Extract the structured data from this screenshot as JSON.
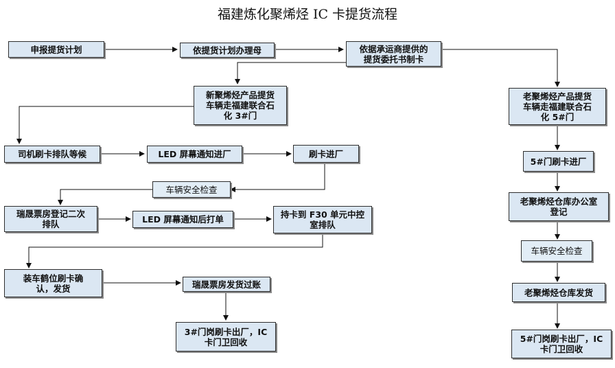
{
  "title": "福建炼化聚烯烃 IC 卡提货流程",
  "boxes": {
    "b1": "申报提货计划",
    "b2": "依提货计划办理母",
    "b3": "依据承运商提供的\n提货委托书制卡",
    "b4": "新聚烯烃产品提货\n车辆走福建联合石\n化 3#门",
    "b5": "司机刷卡排队等候",
    "b6": "LED 屏幕通知进厂",
    "b7": "刷卡进厂",
    "b8": "车辆安全检查",
    "b9": "瑞晟票房登记二次\n排队",
    "b10": "LED 屏幕通知后打单",
    "b11": "持卡到 F30 单元中控\n室排队",
    "b12": "装车鹤位刷卡确\n认，发货",
    "b13": "瑞晟票房发货过账",
    "b14": "3#门岗刷卡出厂，IC\n卡门卫回收",
    "r1": "老聚烯烃产品提货\n车辆走福建联合石\n化 5#门",
    "r2": "5#门刷卡进厂",
    "r3": "老聚烯烃仓库办公室\n登记",
    "r4": "车辆安全检查",
    "r5": "老聚烯烃仓库发货",
    "r6": "5#门岗刷卡出厂，IC\n卡门卫回收"
  }
}
